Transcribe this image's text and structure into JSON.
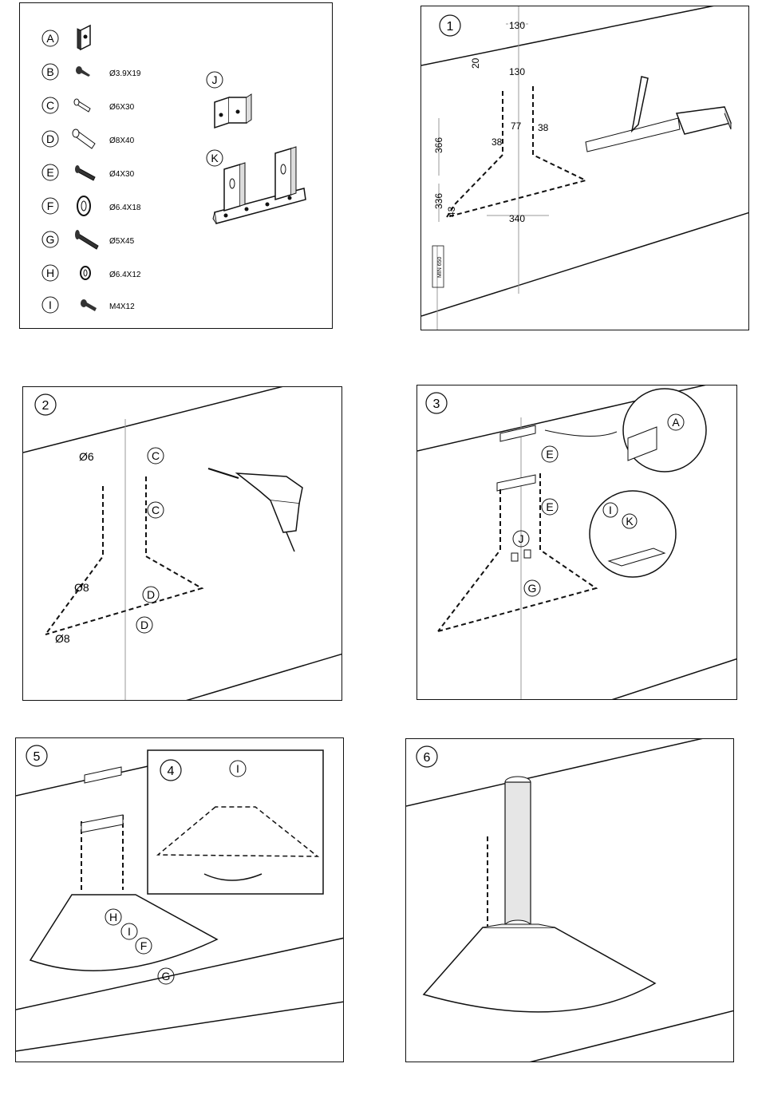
{
  "parts": [
    {
      "letter": "A",
      "size": ""
    },
    {
      "letter": "B",
      "size": "Ø3.9X19"
    },
    {
      "letter": "C",
      "size": "Ø6X30"
    },
    {
      "letter": "D",
      "size": "Ø8X40"
    },
    {
      "letter": "E",
      "size": "Ø4X30"
    },
    {
      "letter": "F",
      "size": "Ø6.4X18"
    },
    {
      "letter": "G",
      "size": "Ø5X45"
    },
    {
      "letter": "H",
      "size": "Ø6.4X12"
    },
    {
      "letter": "I",
      "size": "M4X12"
    }
  ],
  "brackets": {
    "j": "J",
    "k": "K"
  },
  "step1": {
    "num": "1",
    "d130a": "130",
    "d130b": "130",
    "d20": "20",
    "d366": "366",
    "d38a": "38",
    "d77": "77",
    "d38b": "38",
    "d336": "336",
    "d43": "43",
    "d340": "340",
    "min650": "MIN 650"
  },
  "step2": {
    "num": "2",
    "o6": "Ø6",
    "o8a": "Ø8",
    "o8b": "Ø8",
    "c1": "C",
    "c2": "C",
    "d1": "D",
    "d2": "D"
  },
  "step3": {
    "num": "3",
    "a": "A",
    "e1": "E",
    "e2": "E",
    "j": "J",
    "g": "G",
    "i": "I",
    "k": "K"
  },
  "step5": {
    "num": "5",
    "h": "H",
    "i": "I",
    "f": "F",
    "g": "G"
  },
  "step4": {
    "num": "4",
    "i": "I"
  },
  "step6": {
    "num": "6"
  }
}
